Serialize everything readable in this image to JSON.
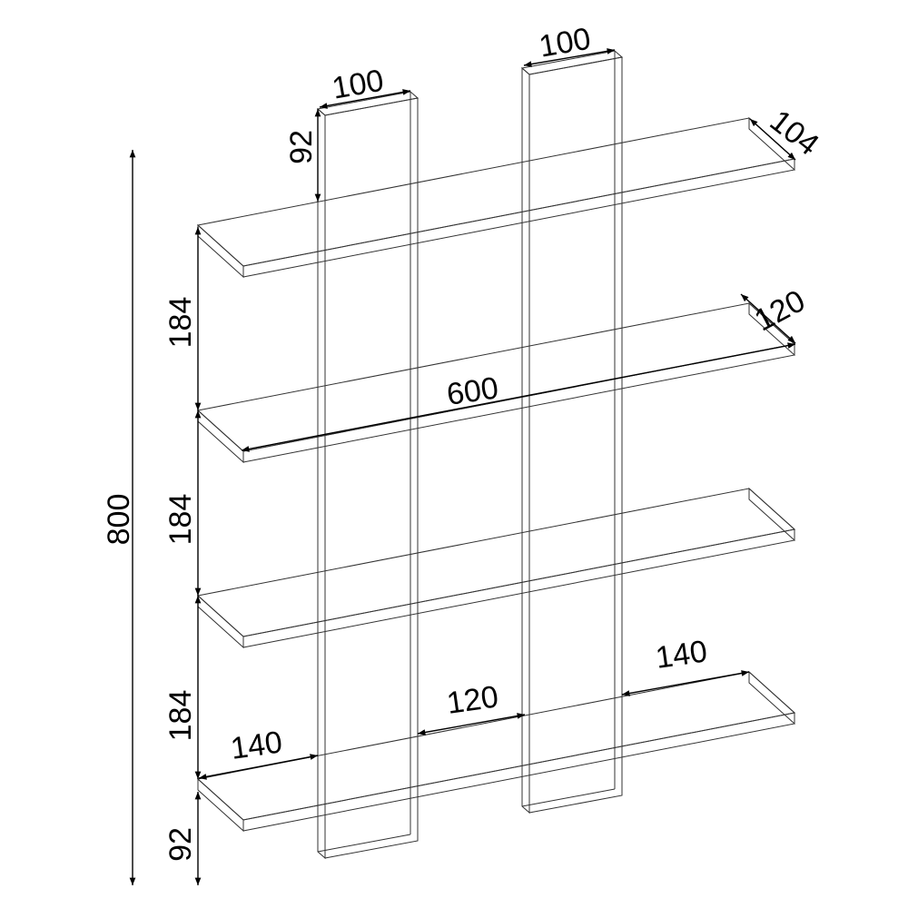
{
  "diagram": {
    "type": "wall-shelf-technical-drawing",
    "line_color": "#333333",
    "dimensions": {
      "total_height": "800",
      "shelf_spacing_1": "184",
      "shelf_spacing_2": "184",
      "shelf_spacing_3": "184",
      "bottom_offset": "92",
      "top_offset": "92",
      "left_panel_width": "100",
      "right_panel_width": "100",
      "top_shelf_depth": "104",
      "shelf_depth": "120",
      "shelf_length": "600",
      "left_overhang": "140",
      "panel_gap": "120",
      "right_overhang": "140"
    }
  }
}
